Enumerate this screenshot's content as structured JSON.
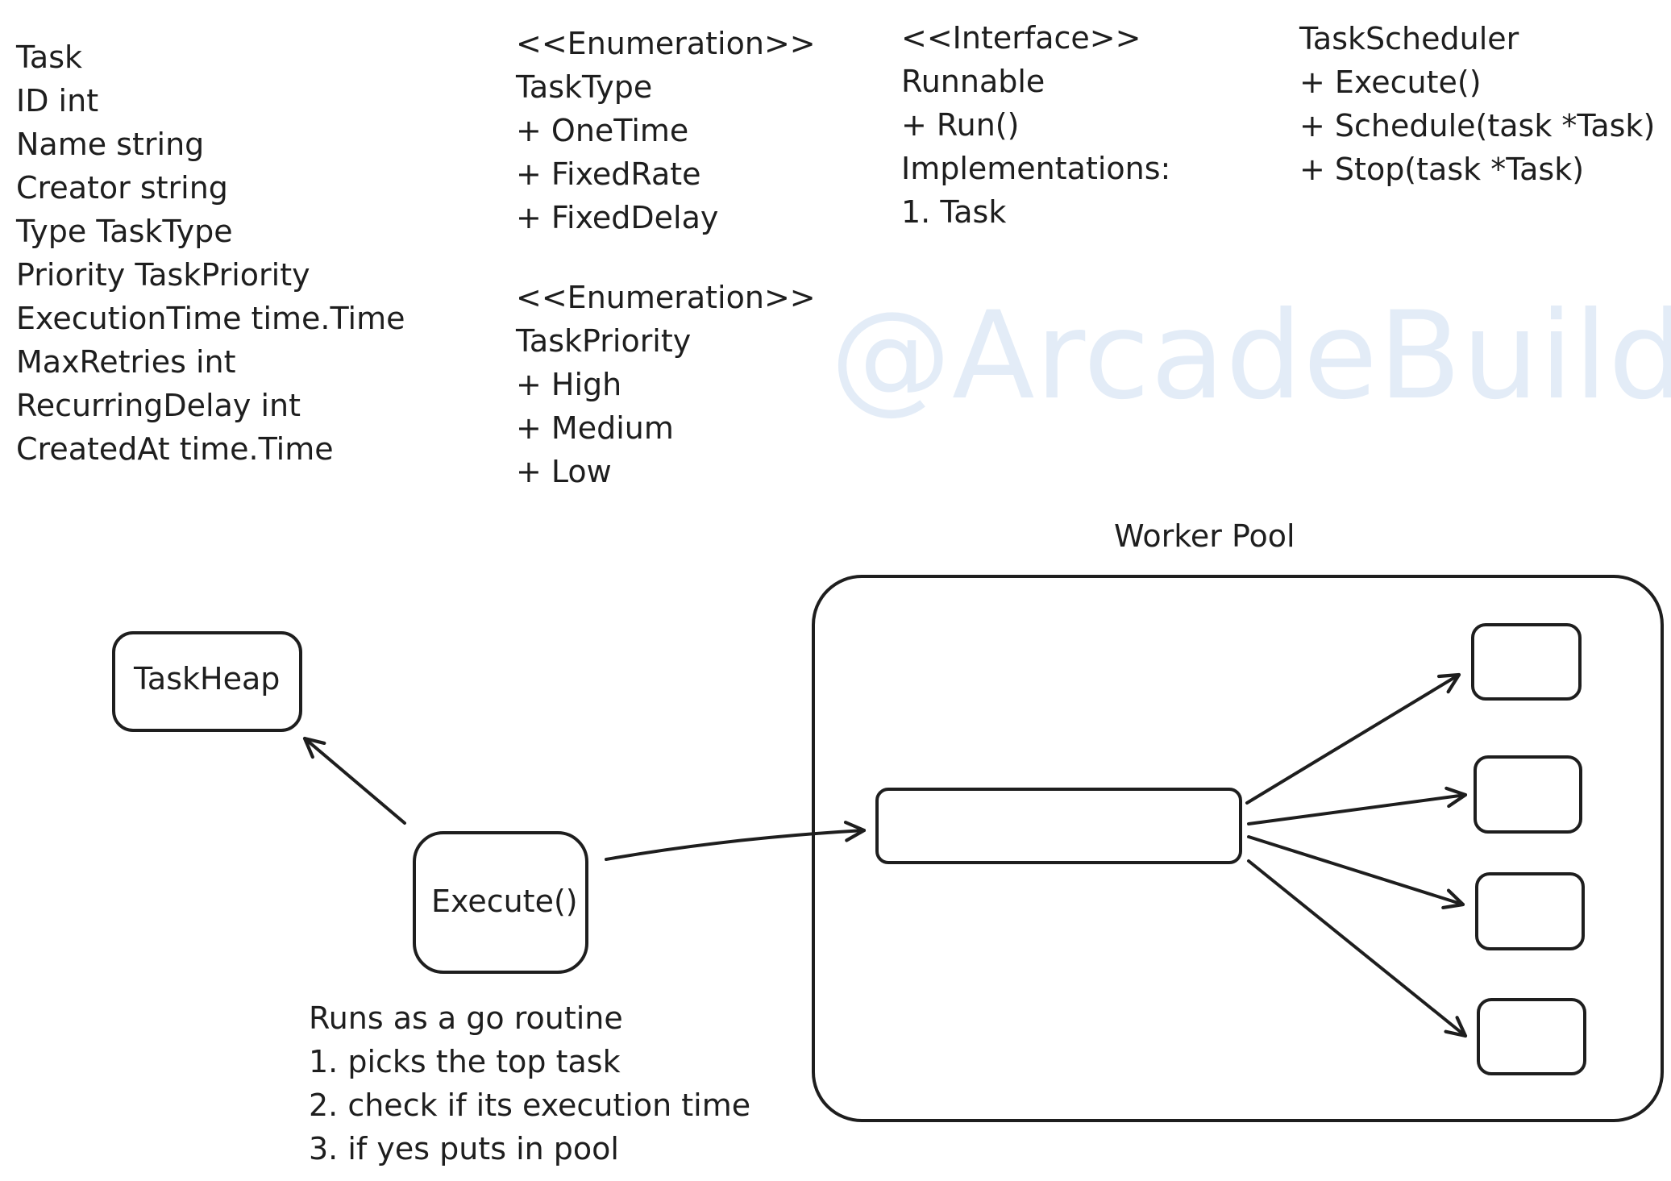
{
  "watermark": "@ArcadeBuilds",
  "task_struct": {
    "lines": [
      "Task",
      "ID int",
      "Name string",
      "Creator string",
      "Type TaskType",
      "Priority TaskPriority",
      "ExecutionTime time.Time",
      "MaxRetries int",
      "RecurringDelay int",
      "CreatedAt time.Time"
    ]
  },
  "task_type_enum": {
    "lines": [
      "<<Enumeration>>",
      "TaskType",
      "+ OneTime",
      "+ FixedRate",
      "+ FixedDelay"
    ]
  },
  "task_priority_enum": {
    "lines": [
      "<<Enumeration>>",
      "TaskPriority",
      "+ High",
      "+ Medium",
      "+ Low"
    ]
  },
  "runnable_interface": {
    "lines": [
      "<<Interface>>",
      "Runnable",
      "+ Run()",
      "Implementations:",
      "1. Task"
    ]
  },
  "task_scheduler": {
    "lines": [
      "TaskScheduler",
      "+ Execute()",
      "+ Schedule(task *Task)",
      "+ Stop(task *Task)"
    ]
  },
  "task_heap": {
    "label": "TaskHeap"
  },
  "execute_node": {
    "label": "Execute()"
  },
  "worker_pool": {
    "title": "Worker Pool"
  },
  "execute_notes": {
    "lines": [
      "Runs as a go routine",
      "1. picks the top task",
      "2. check if its execution time",
      "3. if yes puts in pool"
    ]
  },
  "colors": {
    "stroke": "#1e1e1e",
    "watermark": "#e3ecf7",
    "background": "#ffffff"
  }
}
